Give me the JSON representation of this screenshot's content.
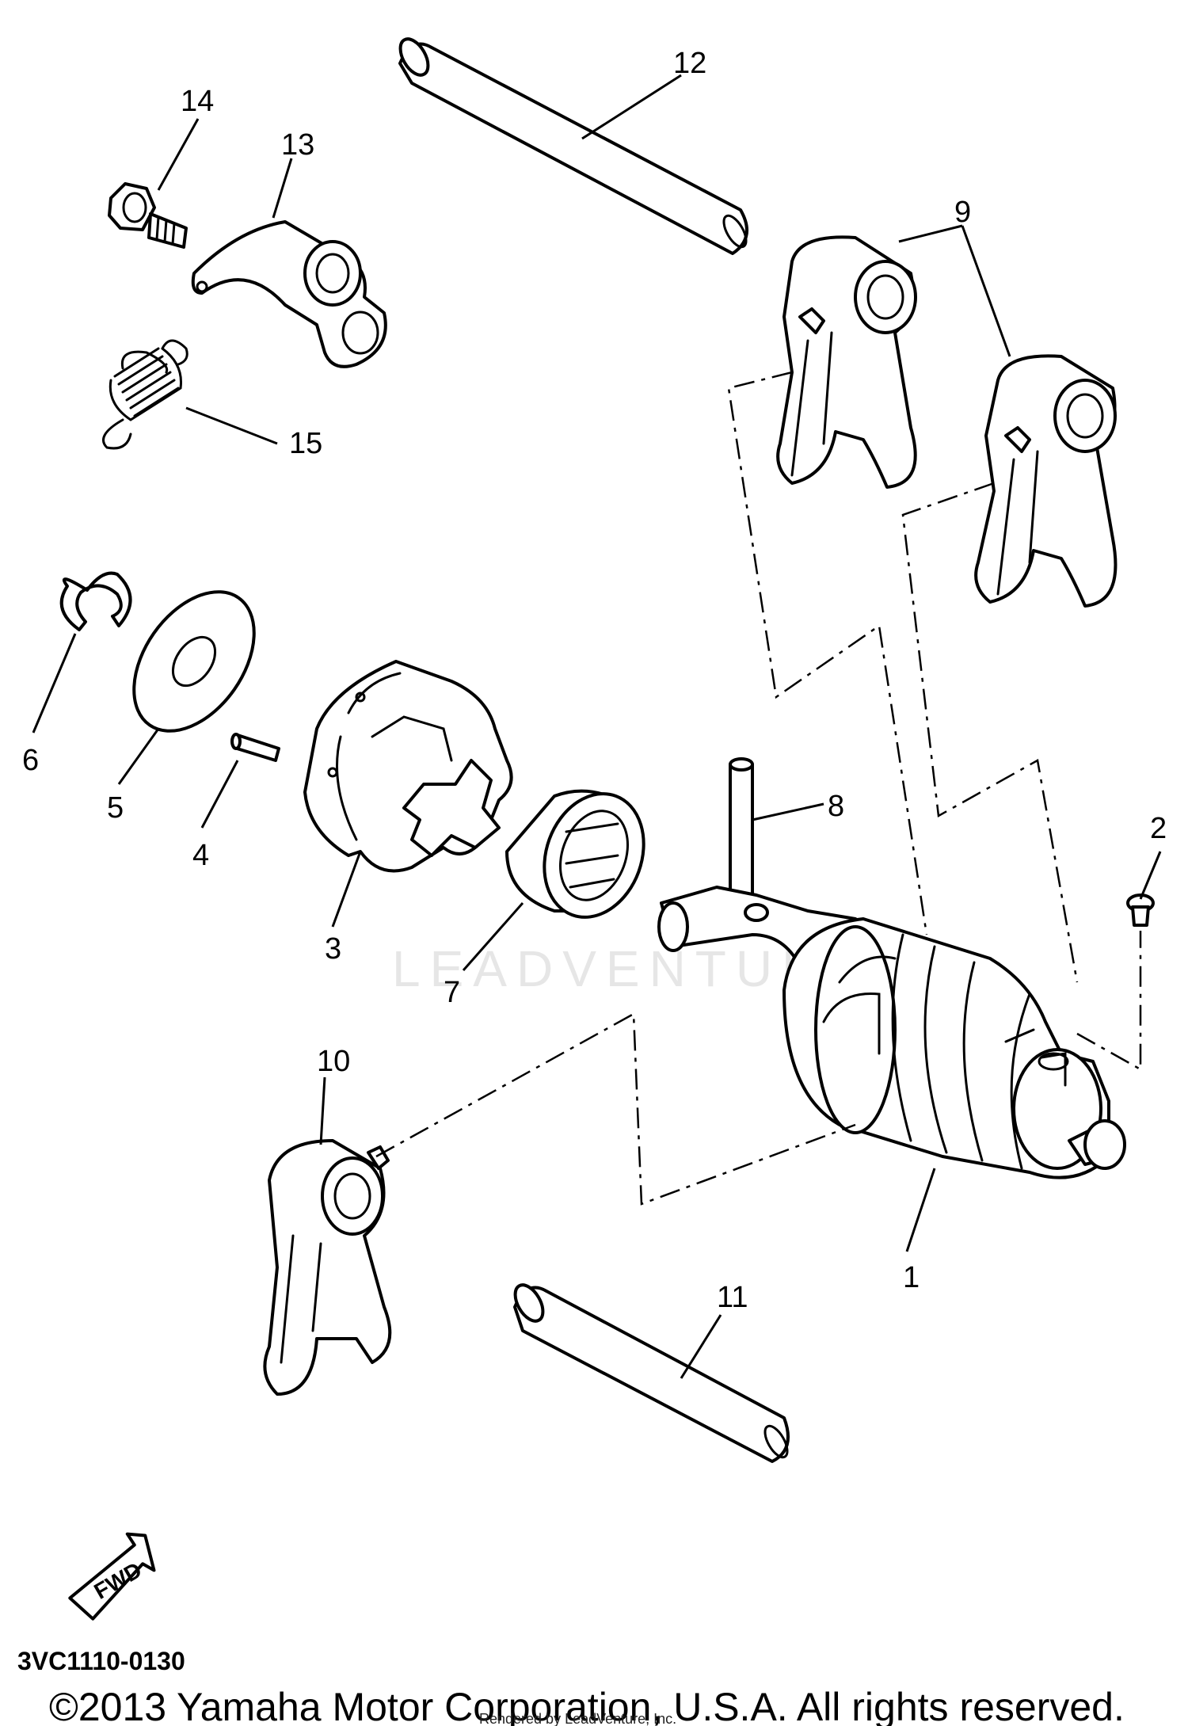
{
  "diagram_code": "3VC1110-0130",
  "copyright": "©2013 Yamaha Motor Corporation, U.S.A. All rights reserved.",
  "rendered_by": "Rendered by LeadVenture, Inc.",
  "watermark": "LEADVENTURE",
  "direction_label": "FWD",
  "callouts": [
    "1",
    "2",
    "3",
    "4",
    "5",
    "6",
    "7",
    "8",
    "9",
    "10",
    "11",
    "12",
    "13",
    "14",
    "15"
  ]
}
